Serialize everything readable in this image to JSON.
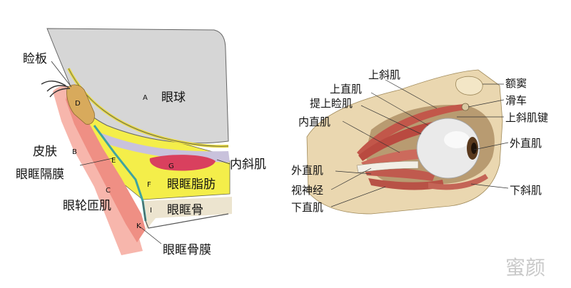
{
  "left_diagram": {
    "region_letters": {
      "A": "A",
      "B": "B",
      "C": "C",
      "D": "D",
      "E": "E",
      "F": "F",
      "G": "G",
      "I": "I",
      "K": "K"
    },
    "labels": {
      "eyelid_plate": "睑板",
      "eyeball": "眼球",
      "skin": "皮肤",
      "orbital_septum": "眼眶隔膜",
      "orbicularis": "眼轮匝肌",
      "superior_oblique_inner": "内斜肌",
      "orbital_fat": "眼眶脂肪",
      "orbital_bone": "眼眶骨",
      "periosteum": "眼眶骨膜"
    }
  },
  "right_diagram": {
    "labels": {
      "superior_oblique": "上斜肌",
      "superior_rectus": "上直肌",
      "levator": "提上睑肌",
      "medial_rectus": "内直肌",
      "lateral_rectus_left": "外直肌",
      "optic_nerve": "视神经",
      "inferior_rectus": "下直肌",
      "frontal_sinus": "额窦",
      "trochlea": "滑车",
      "superior_oblique_tendon": "上斜肌键",
      "lateral_rectus_right": "外直肌",
      "inferior_oblique": "下斜肌"
    }
  },
  "watermark": "蜜颜",
  "colors": {
    "eyeball": "#d6d6d6",
    "skin": "#f3a99d",
    "muscle_c": "#ef8f84",
    "tarsus": "#d8aa5c",
    "fat": "#f4ee4a",
    "lilac": "#c9c2dc",
    "pink_muscle": "#d9405e",
    "bone": "#ece4cf",
    "teal": "#3fa3a0"
  }
}
